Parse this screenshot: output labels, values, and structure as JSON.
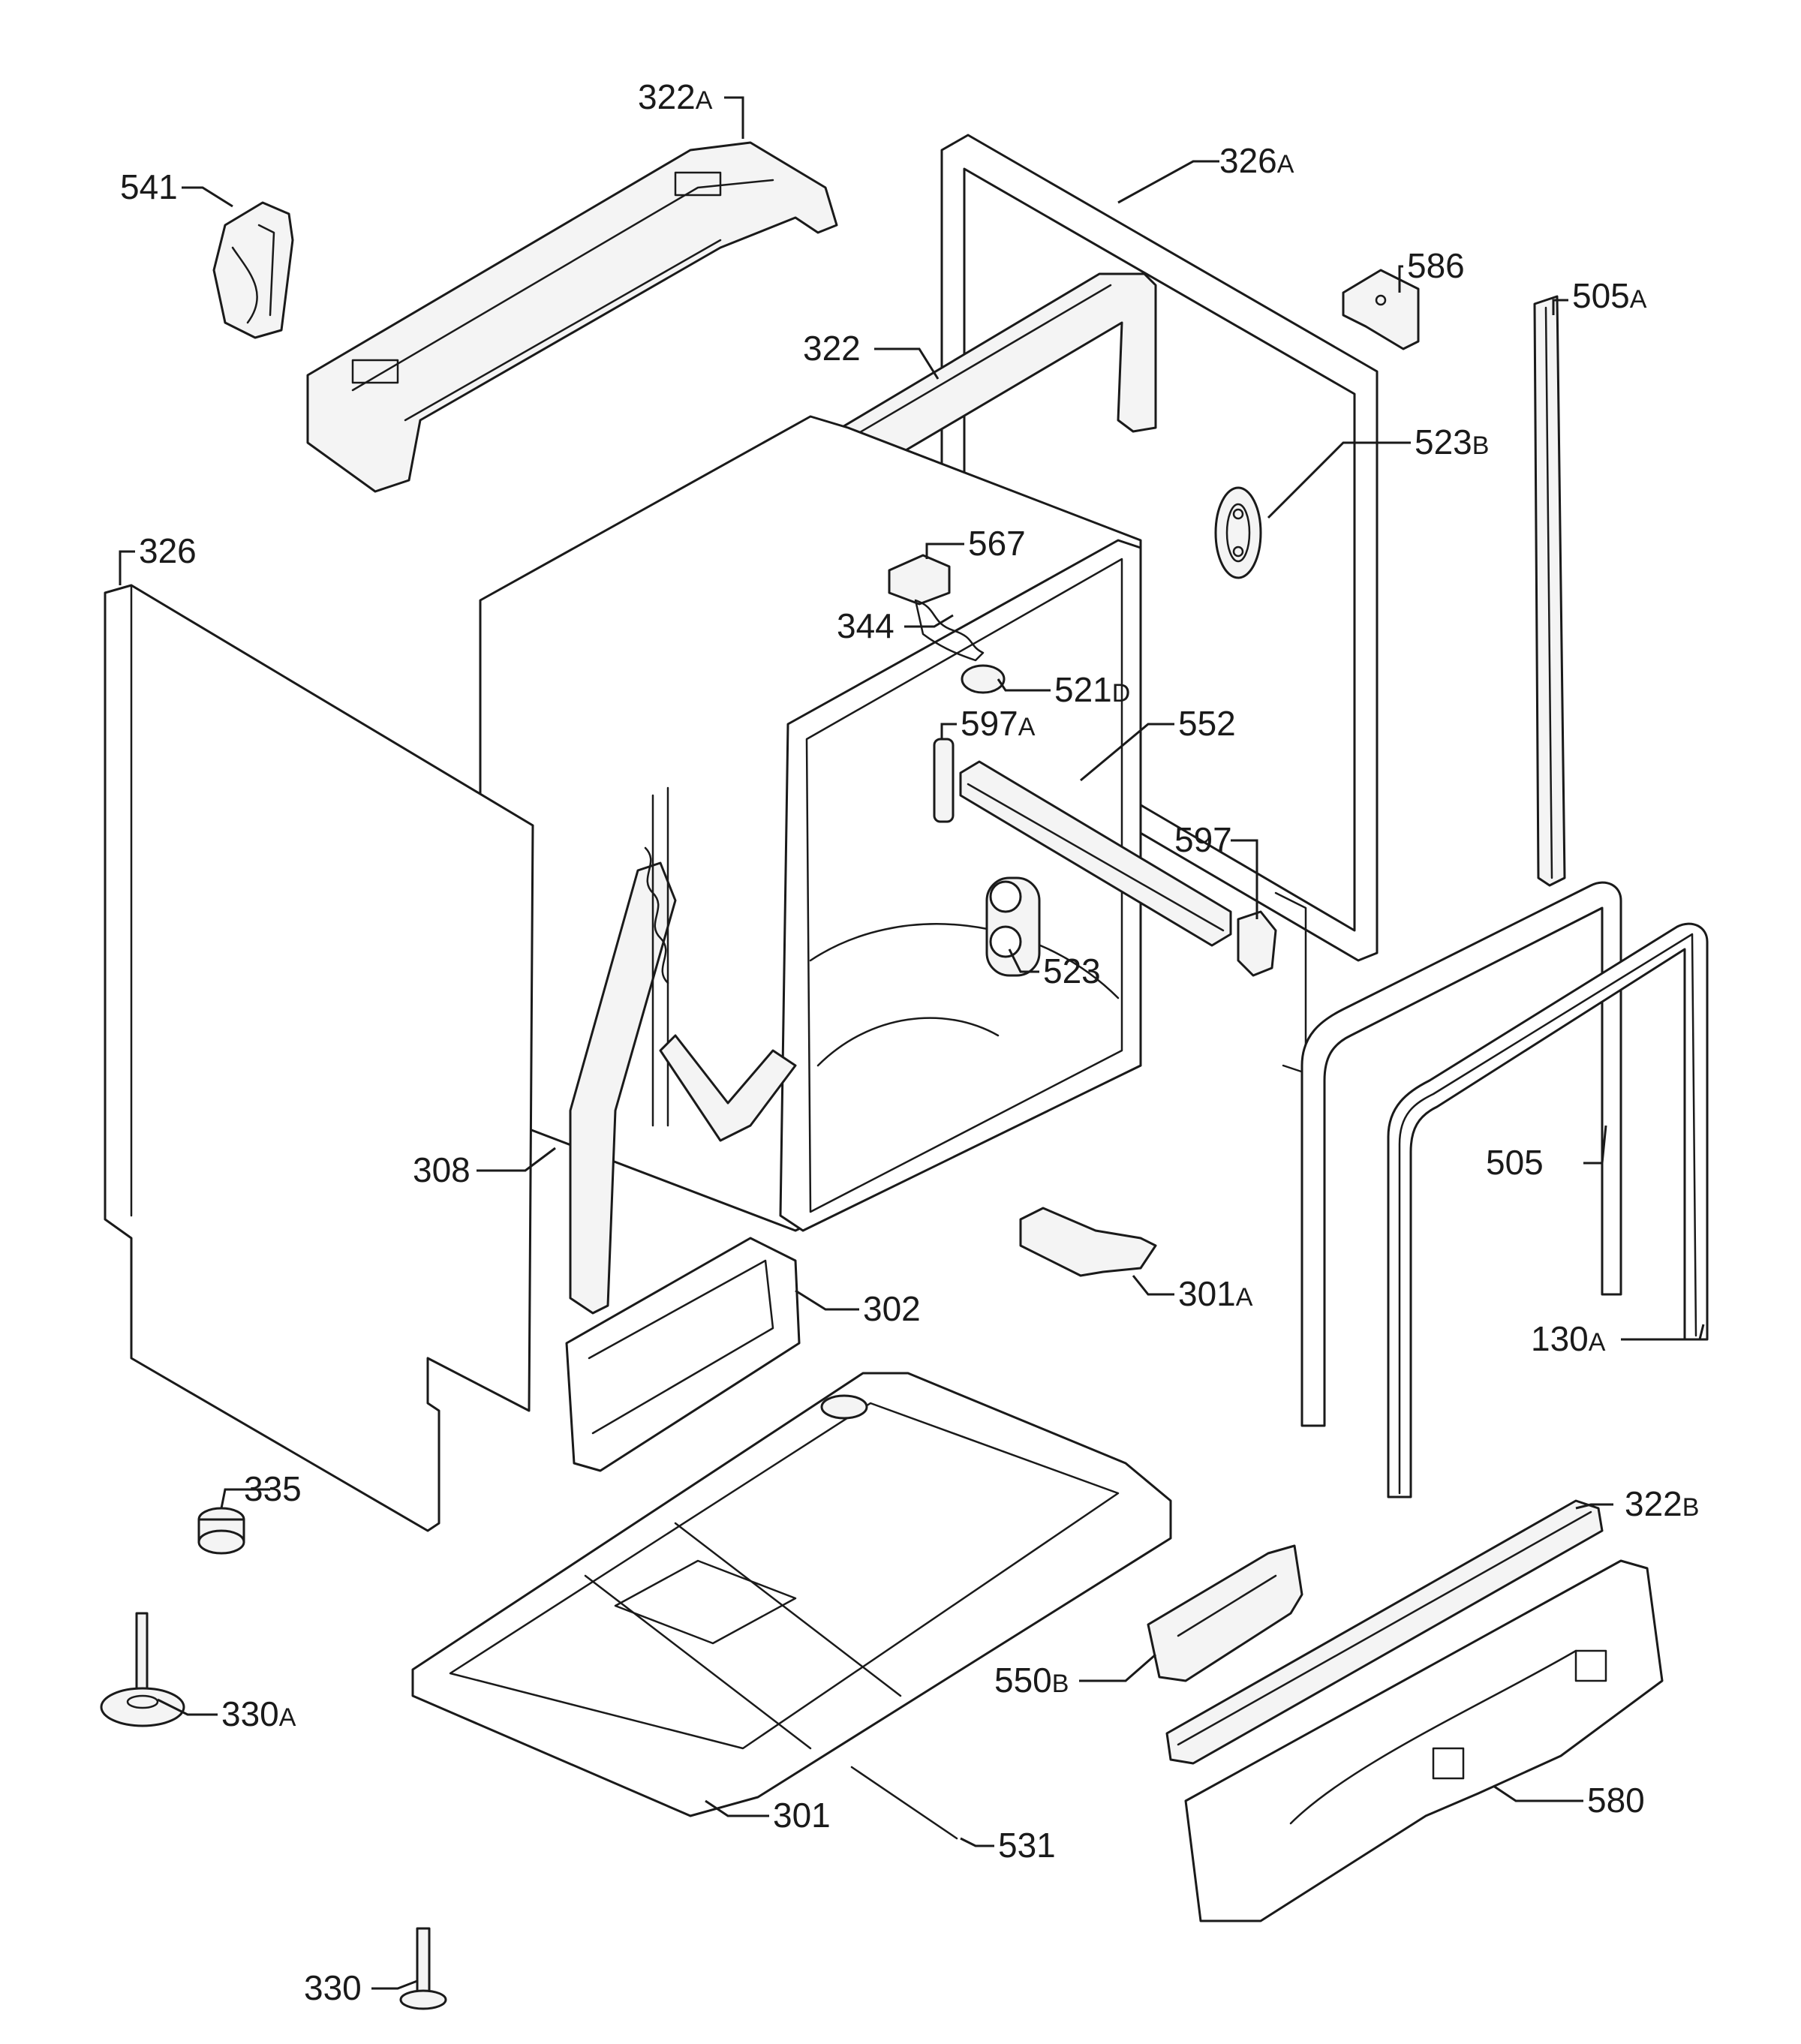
{
  "labels": {
    "l322a": {
      "num": "322",
      "sfx": "A"
    },
    "l541": {
      "num": "541",
      "sfx": ""
    },
    "l326a": {
      "num": "326",
      "sfx": "A"
    },
    "l586": {
      "num": "586",
      "sfx": ""
    },
    "l505a": {
      "num": "505",
      "sfx": "A"
    },
    "l322": {
      "num": "322",
      "sfx": ""
    },
    "l523b": {
      "num": "523",
      "sfx": "B"
    },
    "l326": {
      "num": "326",
      "sfx": ""
    },
    "l567": {
      "num": "567",
      "sfx": ""
    },
    "l344": {
      "num": "344",
      "sfx": ""
    },
    "l521d": {
      "num": "521",
      "sfx": "D"
    },
    "l597a": {
      "num": "597",
      "sfx": "A"
    },
    "l552": {
      "num": "552",
      "sfx": ""
    },
    "l597": {
      "num": "597",
      "sfx": ""
    },
    "l523": {
      "num": "523",
      "sfx": ""
    },
    "l505": {
      "num": "505",
      "sfx": ""
    },
    "l308": {
      "num": "308",
      "sfx": ""
    },
    "l302": {
      "num": "302",
      "sfx": ""
    },
    "l301a": {
      "num": "301",
      "sfx": "A"
    },
    "l130a": {
      "num": "130",
      "sfx": "A"
    },
    "l335": {
      "num": "335",
      "sfx": ""
    },
    "l322b": {
      "num": "322",
      "sfx": "B"
    },
    "l550b": {
      "num": "550",
      "sfx": "B"
    },
    "l330a": {
      "num": "330",
      "sfx": "A"
    },
    "l301": {
      "num": "301",
      "sfx": ""
    },
    "l580": {
      "num": "580",
      "sfx": ""
    },
    "l531": {
      "num": "531",
      "sfx": ""
    },
    "l330": {
      "num": "330",
      "sfx": ""
    }
  }
}
